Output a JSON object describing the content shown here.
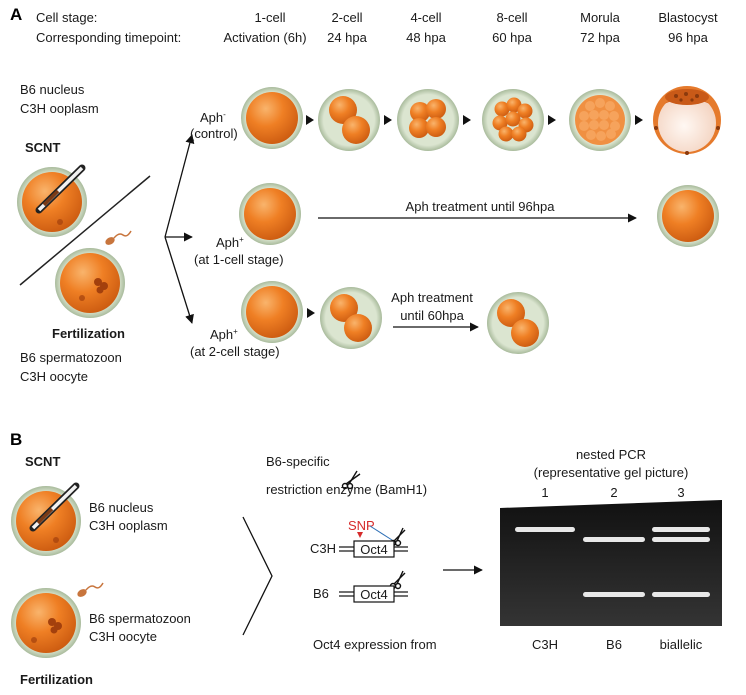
{
  "panel_a": {
    "letter": "A",
    "stage_header": "Cell stage:",
    "timepoint_header": "Corresponding timepoint:",
    "stages": [
      {
        "stage": "1-cell",
        "time": "Activation (6h)"
      },
      {
        "stage": "2-cell",
        "time": "24 hpa"
      },
      {
        "stage": "4-cell",
        "time": "48 hpa"
      },
      {
        "stage": "8-cell",
        "time": "60 hpa"
      },
      {
        "stage": "Morula",
        "time": "72 hpa"
      },
      {
        "stage": "Blastocyst",
        "time": "96 hpa"
      }
    ],
    "scnt_desc_line1": "B6 nucleus",
    "scnt_desc_line2": "C3H ooplasm",
    "scnt_label": "SCNT",
    "fert_label": "Fertilization",
    "fert_desc_line1": "B6 spermatozoon",
    "fert_desc_line2": "C3H oocyte",
    "control_label": "Aph",
    "control_sup": "-",
    "control_sub": "(control)",
    "aph1_label": "Aph",
    "aph1_sup": "+",
    "aph1_sub": "(at 1-cell stage)",
    "aph1_treatment": "Aph treatment until 96hpa",
    "aph2_label": "Aph",
    "aph2_sup": "+",
    "aph2_sub": "(at 2-cell stage)",
    "aph2_treatment_line1": "Aph treatment",
    "aph2_treatment_line2": "until 60hpa"
  },
  "panel_b": {
    "letter": "B",
    "scnt_label": "SCNT",
    "scnt_desc_line1": "B6 nucleus",
    "scnt_desc_line2": "C3H ooplasm",
    "fert_desc_line1": "B6 spermatozoon",
    "fert_desc_line2": "C3H oocyte",
    "fert_label": "Fertilization",
    "enzyme_line1": "B6-specific",
    "enzyme_line2": "restriction enzyme (BamH1)",
    "snp_label": "SNP",
    "c3h_label": "C3H",
    "b6_label": "B6",
    "gene_label": "Oct4",
    "gel_title_line1": "nested PCR",
    "gel_title_line2": "(representative gel picture)",
    "lanes": [
      "1",
      "2",
      "3"
    ],
    "expression_label": "Oct4 expression from",
    "lane_results": [
      "C3H",
      "B6",
      "biallelic"
    ]
  },
  "colors": {
    "embryo_orange": "#ee7b22",
    "zona": "#c3d1b8",
    "snp_red": "#d62b2b",
    "gel_dark": "#1c1c1c"
  }
}
